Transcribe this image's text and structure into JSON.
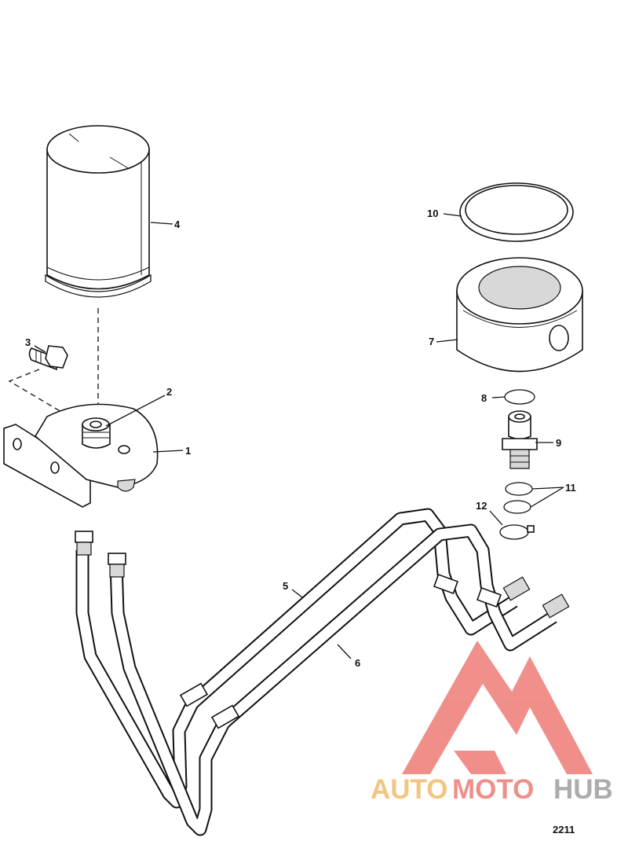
{
  "figure_number": "2211",
  "callouts": [
    {
      "id": "1",
      "label": "1"
    },
    {
      "id": "2",
      "label": "2"
    },
    {
      "id": "3",
      "label": "3"
    },
    {
      "id": "4",
      "label": "4"
    },
    {
      "id": "5",
      "label": "5"
    },
    {
      "id": "6",
      "label": "6"
    },
    {
      "id": "7",
      "label": "7"
    },
    {
      "id": "8",
      "label": "8"
    },
    {
      "id": "9",
      "label": "9"
    },
    {
      "id": "10",
      "label": "10"
    },
    {
      "id": "11",
      "label": "11"
    },
    {
      "id": "12",
      "label": "12"
    }
  ],
  "watermark": {
    "part1": "AUTO",
    "part2": "MOTO",
    "part3": "HUB",
    "color_orange": "#f2c27a",
    "color_red": "#f08a84",
    "color_gray": "#a8a8a8"
  }
}
